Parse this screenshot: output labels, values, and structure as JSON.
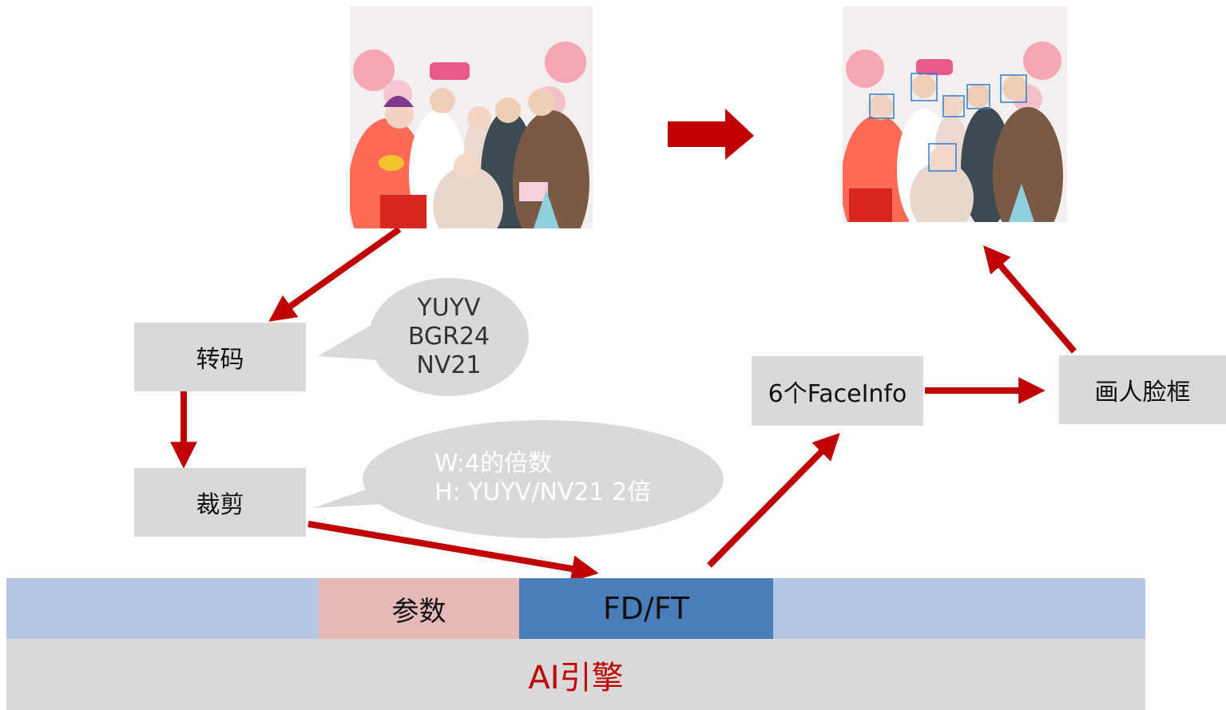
{
  "boxes": {
    "transcode": "转码",
    "crop": "裁剪",
    "faceinfo": "6个FaceInfo",
    "draw": "画人脸框"
  },
  "bubbles": {
    "formats": [
      "YUYV",
      "BGR24",
      "NV21"
    ],
    "constraints": [
      "W:4的倍数",
      "H: YUYV/NV21 2倍"
    ]
  },
  "bars": {
    "params": "参数",
    "fdft": "FD/FT",
    "engine": "AI引擎"
  },
  "colors": {
    "arrow": "#c00000",
    "box_gray": "#d9d9d9",
    "bar_light_blue": "#b4c7e7",
    "bar_pink": "#e6b9b8",
    "bar_blue": "#4a7ebb",
    "engine_text": "#c00000"
  }
}
